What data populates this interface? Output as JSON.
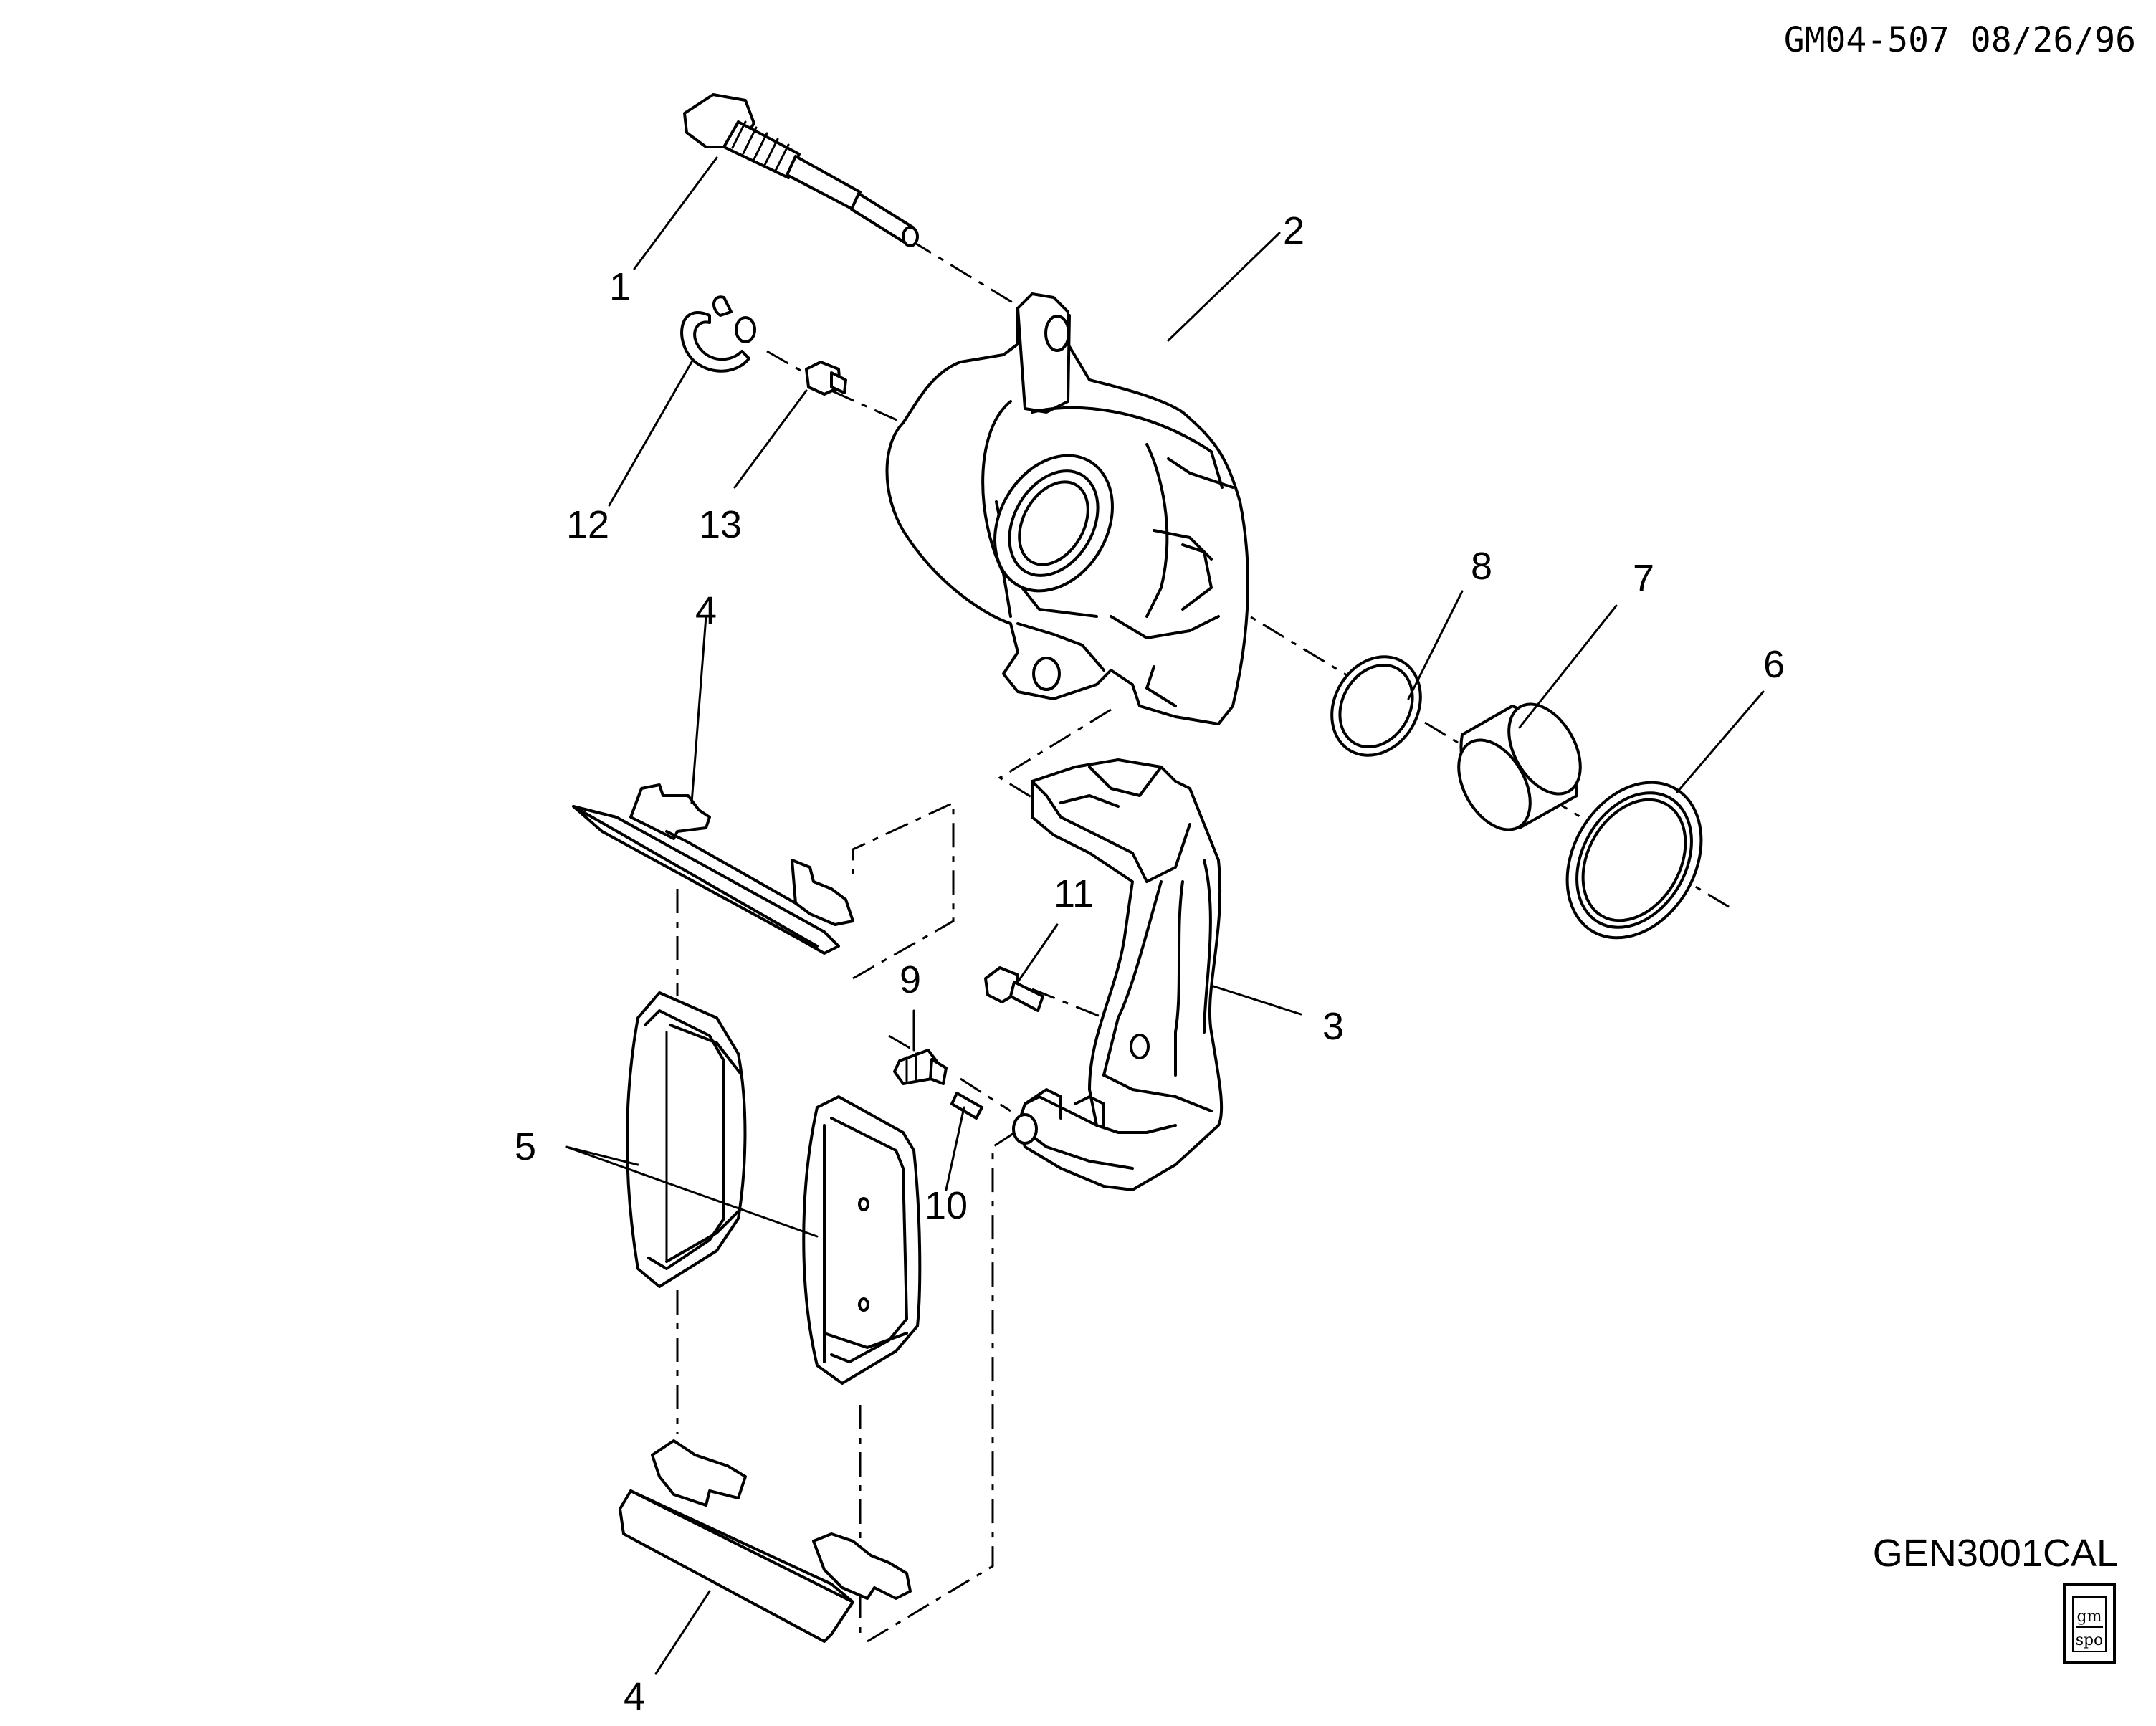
{
  "header": {
    "ref": "GM04-507 08/26/96"
  },
  "footer": {
    "code": "GEN3001CAL",
    "logo_top": "gm",
    "logo_bottom": "spo"
  },
  "callouts": {
    "c1": "1",
    "c2": "2",
    "c3": "3",
    "c4_top": "4",
    "c4_bottom": "4",
    "c5": "5",
    "c6": "6",
    "c7": "7",
    "c8": "8",
    "c9": "9",
    "c10": "10",
    "c11": "11",
    "c12": "12",
    "c13": "13"
  }
}
